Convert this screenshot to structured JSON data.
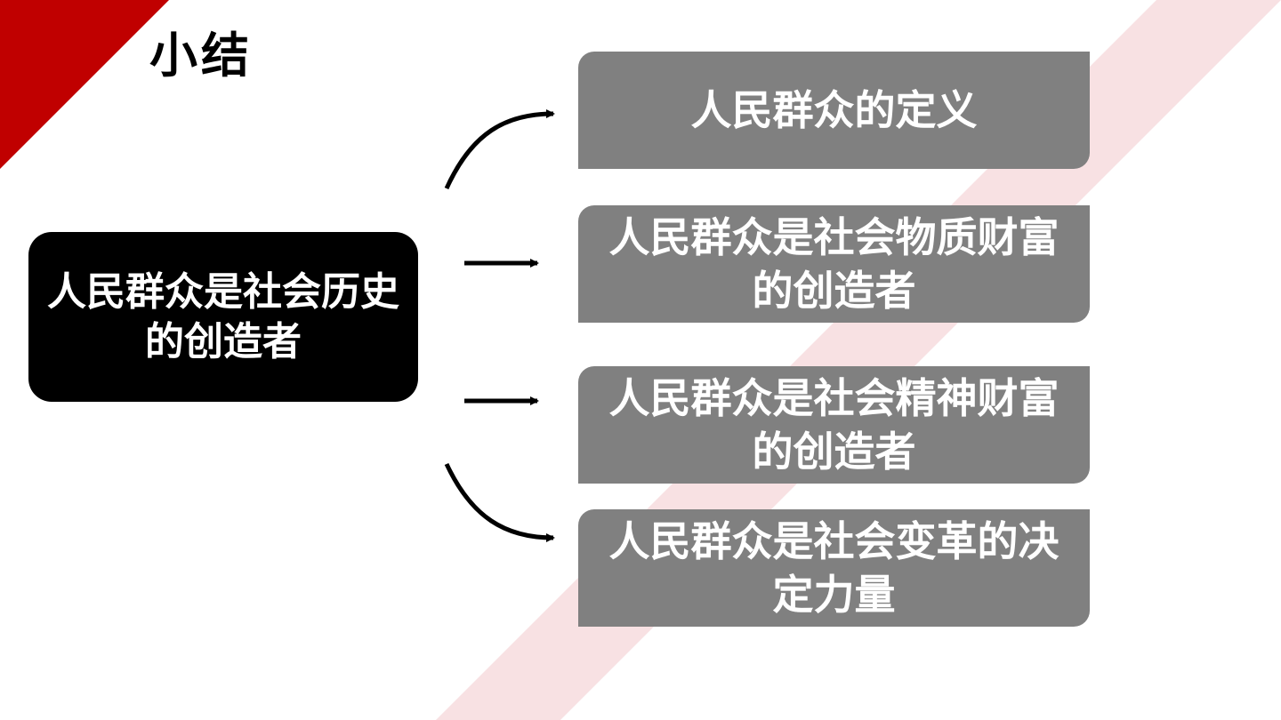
{
  "title": "小结",
  "main_concept": "人民群众是社会历史的创造者",
  "items": [
    {
      "label": "人民群众的定义"
    },
    {
      "label": "人民群众是社会物质财富的创造者"
    },
    {
      "label": "人民群众是社会精神财富的创造者"
    },
    {
      "label": "人民群众是社会变革的决定力量"
    }
  ],
  "colors": {
    "accent": "#c00000",
    "stripe": "#f8e1e3",
    "main_box": "#000000",
    "item_box": "#808080",
    "text_light": "#ffffff"
  }
}
